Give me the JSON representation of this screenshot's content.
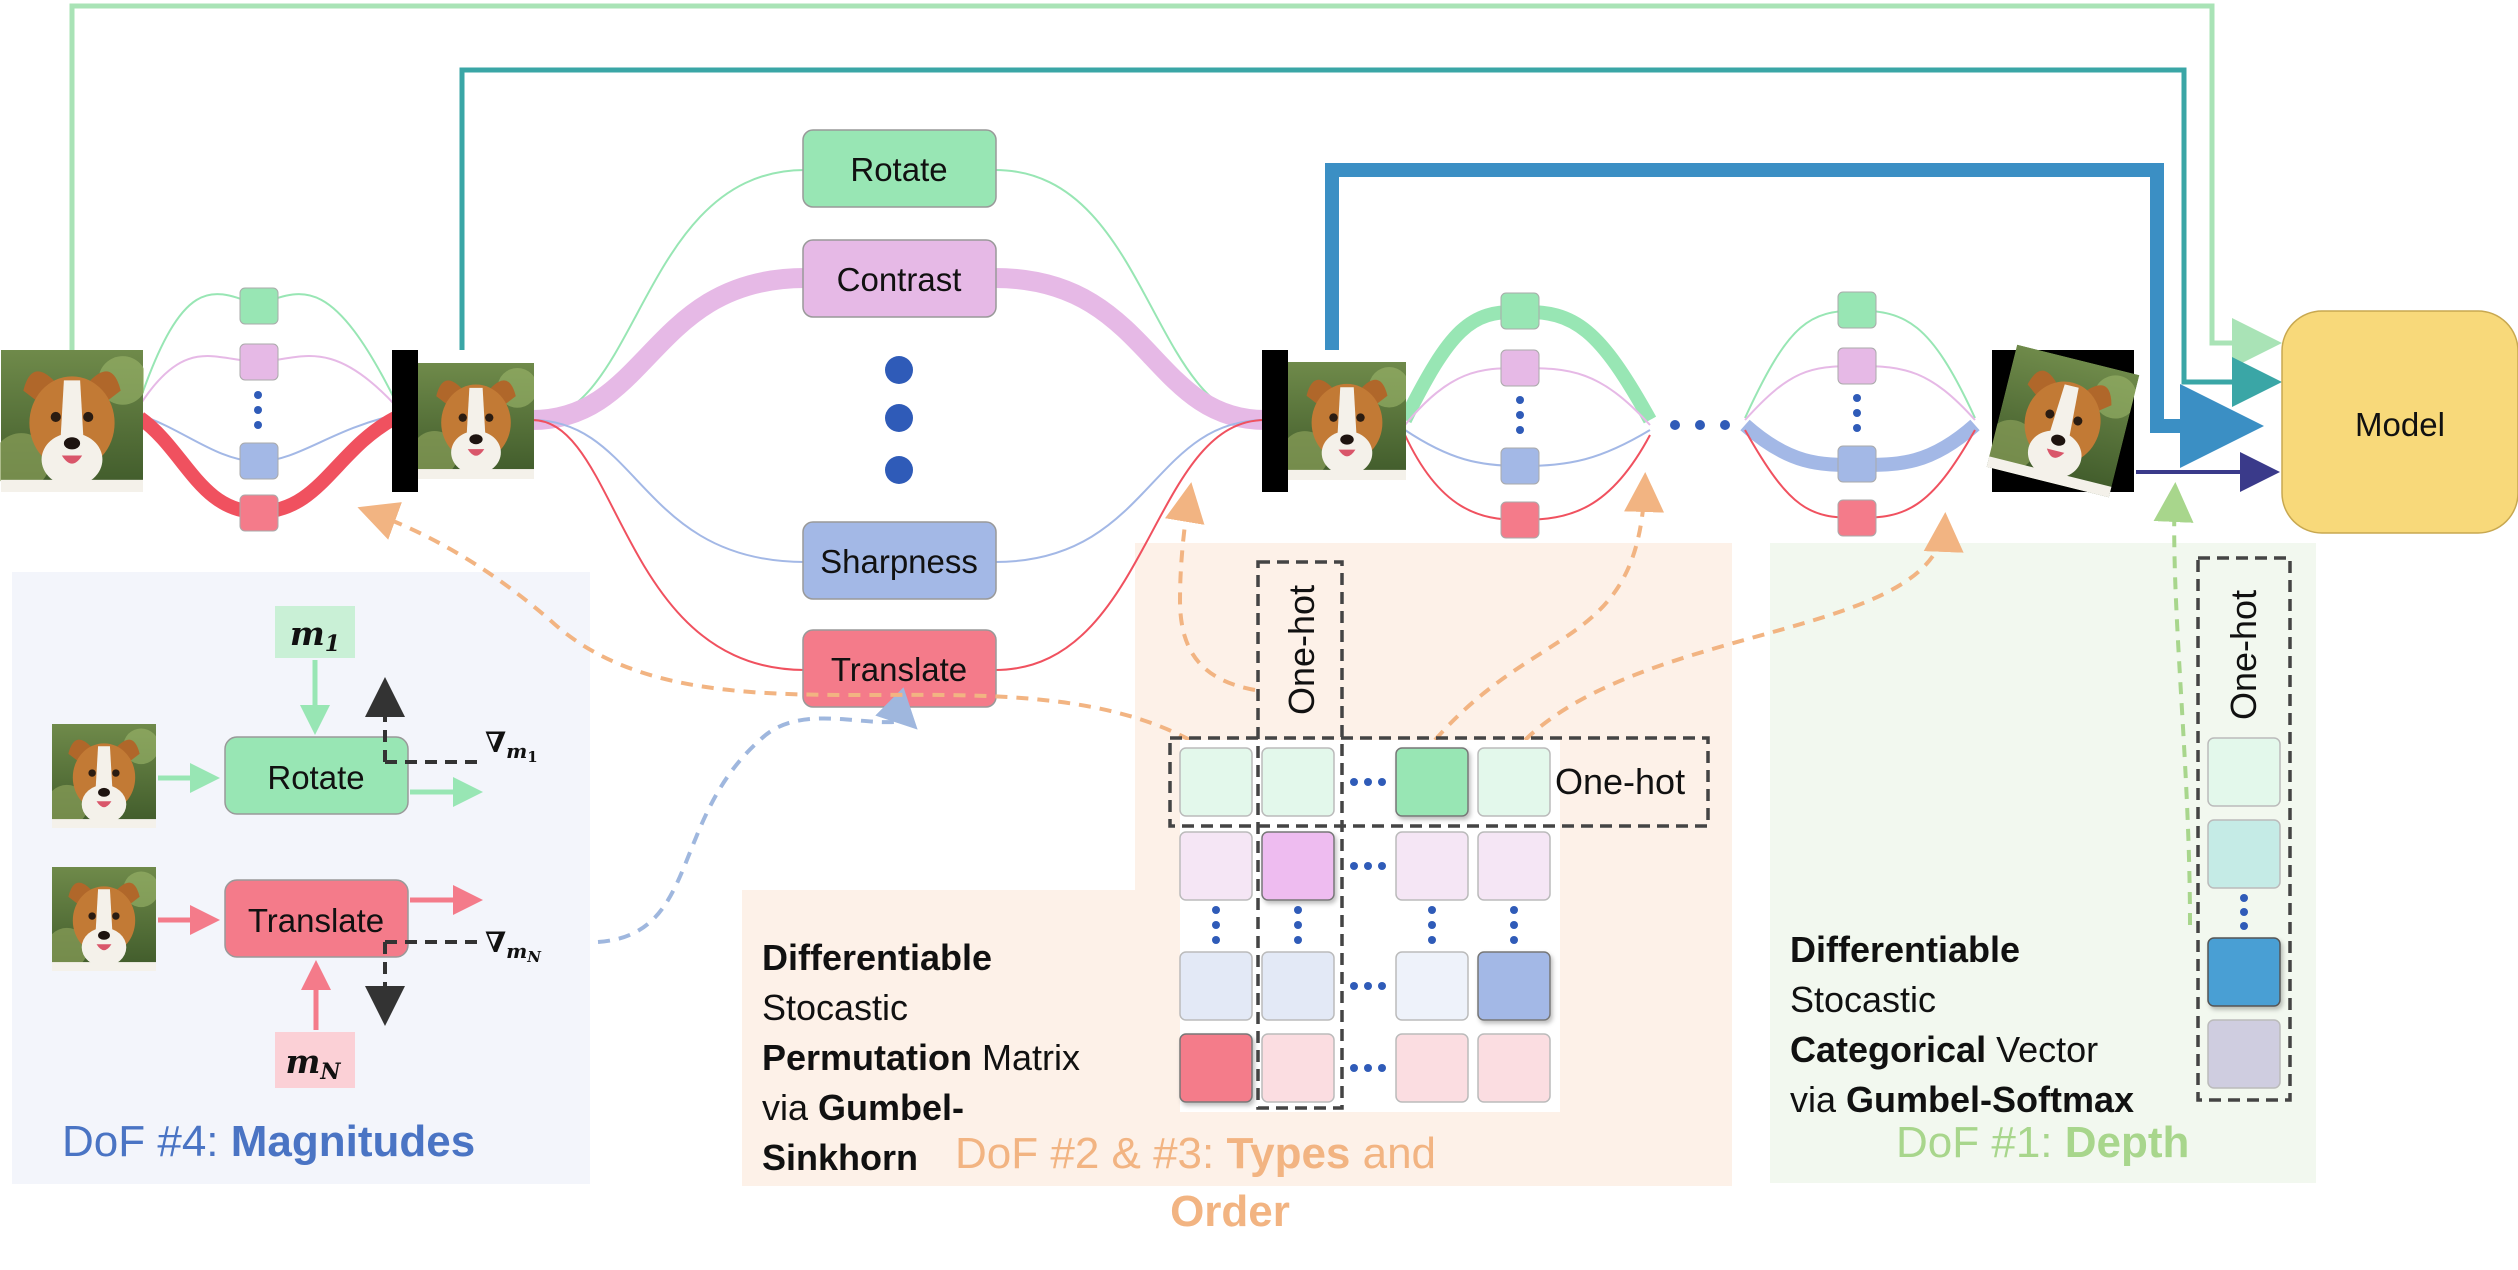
{
  "ops": {
    "rotate": "Rotate",
    "contrast": "Contrast",
    "sharpness": "Sharpness",
    "translate": "Translate"
  },
  "model": "Model",
  "dof4": {
    "prefix": "DoF #4: ",
    "bold": "Magnitudes",
    "m1": "m",
    "m1_sub": "1",
    "mN": "m",
    "mN_sub": "N",
    "grad1": "∇",
    "grad1_sub": "m",
    "grad1_subsub": "1",
    "gradN": "∇",
    "gradN_sub": "m",
    "gradN_subsub": "N",
    "rotate": "Rotate",
    "translate": "Translate"
  },
  "dof23": {
    "line1_bold": "Differentiable",
    "line2": "Stocastic",
    "line3_bold": "Permutation",
    "line3_rest": " Matrix",
    "line4": "via ",
    "line4_bold": "Gumbel-",
    "line5_bold": "Sinkhorn",
    "label_prefix": "DoF #2 & #3: ",
    "label_bold": "Types",
    "label_mid": " and",
    "label_order": "Order",
    "onehot_col": "One-hot",
    "onehot_row": "One-hot"
  },
  "dof1": {
    "line1_bold": "Differentiable",
    "line2": "Stocastic",
    "line3_bold": "Categorical",
    "line3_rest": " Vector",
    "line4": "via ",
    "line4_bold": "Gumbel-Softmax",
    "label_prefix": "DoF #1: ",
    "label_bold": "Depth",
    "onehot": "One-hot"
  },
  "colors": {
    "green": "#98e6b4",
    "violet": "#e6b9e6",
    "blue": "#a3b8e6",
    "red": "#f47b8a",
    "model": "#f8d97a",
    "orange_text": "#f2b482",
    "green_text": "#a8d68c",
    "blue_text": "#4a74c4",
    "orange_bg": "#fdf1e8",
    "blue_bg": "#f3f5fb",
    "green_bg": "#f2f8ef",
    "teal": "#3aa6a6",
    "bold_blue": "#3b8fc4",
    "light_green_line": "#a9e3b6"
  }
}
